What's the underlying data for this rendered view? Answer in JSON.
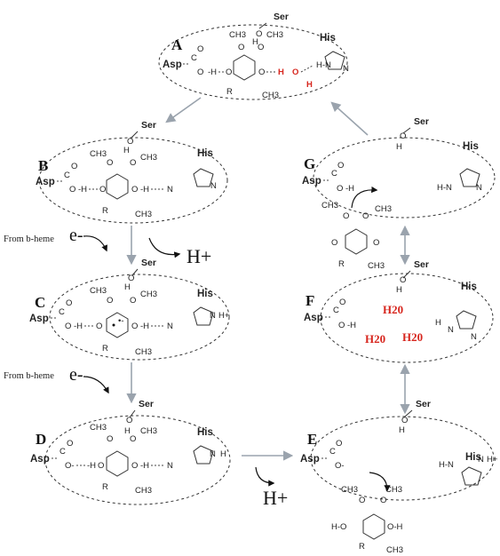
{
  "states": {
    "A": {
      "label": "A",
      "ser": "Ser",
      "his": "His",
      "asp": "Asp",
      "c": "C",
      "o": "O",
      "methyl1": "CH3",
      "methyl2": "CH3",
      "r": "R",
      "water_h1": "H",
      "water_o": "O",
      "water_h2": "H"
    },
    "B": {
      "label": "B",
      "ser": "Ser",
      "his": "His",
      "asp": "Asp",
      "methyl1": "CH3",
      "methyl2": "CH3",
      "r": "R"
    },
    "C": {
      "label": "C",
      "ser": "Ser",
      "his": "His",
      "asp": "Asp",
      "methyl1": "CH3",
      "methyl2": "CH3",
      "r": "R",
      "his_charge": "H+"
    },
    "D": {
      "label": "D",
      "ser": "Ser",
      "his": "His",
      "asp": "Asp",
      "methyl1": "CH3",
      "methyl2": "CH3",
      "r": "R",
      "his_h": "H"
    },
    "E": {
      "label": "E",
      "ser": "Ser",
      "his": "His",
      "asp": "Asp",
      "methyl1": "CH3",
      "methyl2": "CH3",
      "r": "R",
      "his_charge": "H+"
    },
    "F": {
      "label": "F",
      "ser": "Ser",
      "his": "His",
      "asp": "Asp",
      "water1": "H20",
      "water2": "H20",
      "water3": "H20"
    },
    "G": {
      "label": "G",
      "ser": "Ser",
      "his": "His",
      "asp": "Asp",
      "methyl1": "CH3",
      "methyl2": "CH3",
      "r": "R"
    }
  },
  "electron_inputs": [
    {
      "source": "From b-heme",
      "particle": "e-"
    },
    {
      "source": "From b-heme",
      "particle": "e-"
    }
  ],
  "proton_releases": [
    "H+",
    "H+"
  ],
  "colors": {
    "water": "#d7261e",
    "transition_arrow": "#9aa3ad",
    "outline": "#333333"
  }
}
